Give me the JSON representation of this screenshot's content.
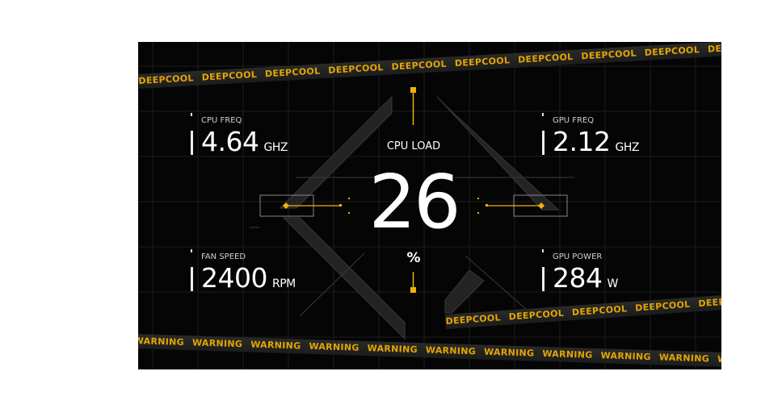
{
  "tapes": {
    "top_word": "DEEPCOOL",
    "bottom_warning_word": "WARNING",
    "bottom_brand_word": "DEEPCOOL"
  },
  "cpu_load": {
    "label": "CPU LOAD",
    "value": "26",
    "unit": "%"
  },
  "metrics": [
    {
      "label": "CPU FREQ",
      "value": "4.64",
      "unit": "GHZ"
    },
    {
      "label": "GPU FREQ",
      "value": "2.12",
      "unit": "GHZ"
    },
    {
      "label": "FAN SPEED",
      "value": "2400",
      "unit": "RPM"
    },
    {
      "label": "GPU POWER",
      "value": "284",
      "unit": "W"
    }
  ],
  "colors": {
    "accent": "#f0b400",
    "background": "#050505"
  }
}
